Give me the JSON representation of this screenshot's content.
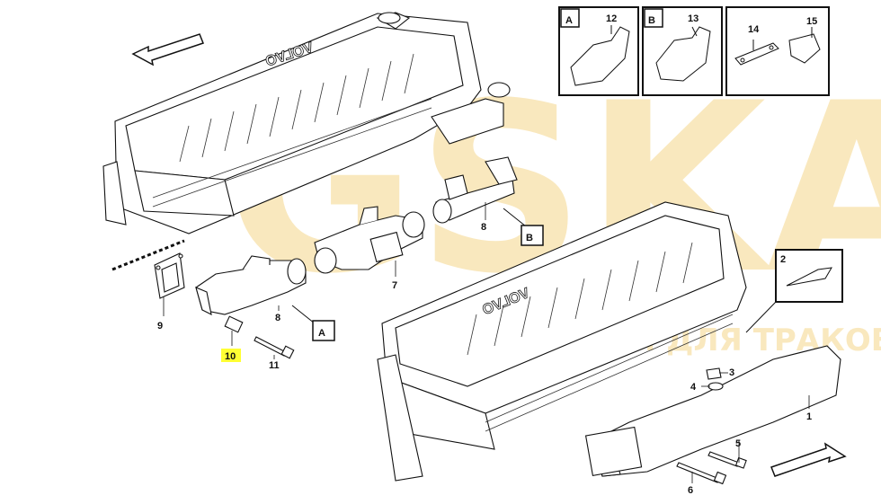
{
  "watermark": {
    "brand": "GSKA",
    "tagline": "ЗАПЧАСТИ ДЛЯ ТРАКОВ",
    "color": "#f5d68a"
  },
  "engine_logo": "VOLVO",
  "highlight_color": "#ffff33",
  "callouts": {
    "A_upper": "A",
    "B_upper": "B",
    "A_lower": "A",
    "B_lower": "B"
  },
  "part_numbers": {
    "p1": "1",
    "p2": "2",
    "p3": "3",
    "p4": "4",
    "p5": "5",
    "p6": "6",
    "p7": "7",
    "p8a": "8",
    "p8b": "8",
    "p9": "9",
    "p10": "10",
    "p11": "11",
    "p12": "12",
    "p13": "13",
    "p14": "14",
    "p15": "15"
  },
  "highlighted_part": "10"
}
